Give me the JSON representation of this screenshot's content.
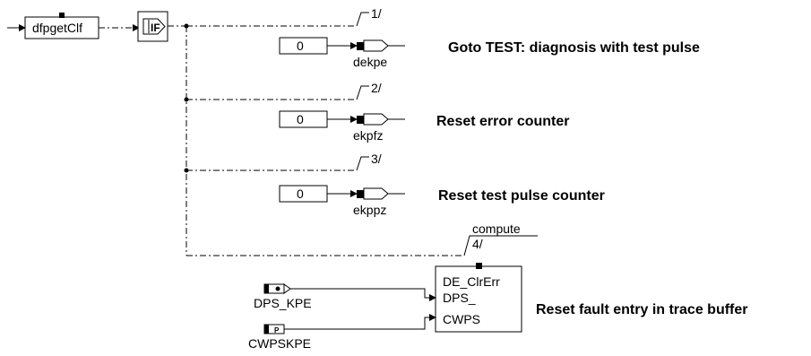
{
  "source_block": {
    "label": "dfpgetClf"
  },
  "if_block": {
    "label": "IF"
  },
  "branches": [
    {
      "case": "1/",
      "value": "0",
      "target": "dekpe",
      "description": "Goto TEST: diagnosis with test pulse"
    },
    {
      "case": "2/",
      "value": "0",
      "target": "ekpfz",
      "description": "Reset error counter"
    },
    {
      "case": "3/",
      "value": "0",
      "target": "ekppz",
      "description": "Reset test pulse counter"
    },
    {
      "case": "4/",
      "compute_label": "compute",
      "description": "Reset fault entry in trace buffer"
    }
  ],
  "function_block": {
    "name": "DE_ClrErr",
    "ports": [
      "DPS_",
      "CWPS"
    ],
    "inputs": [
      "DPS_KPE",
      "CWPSKPE"
    ]
  }
}
